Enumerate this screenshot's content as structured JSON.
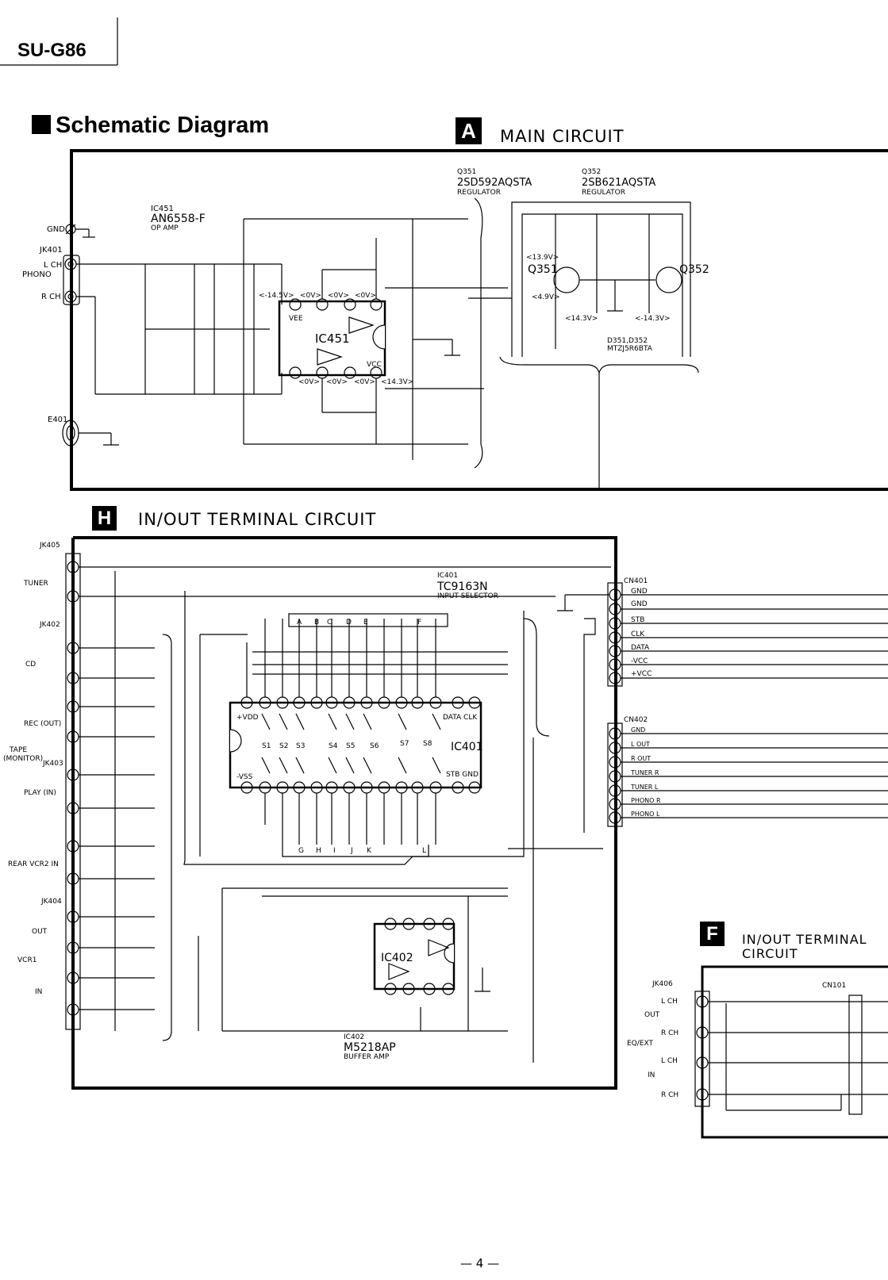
{
  "header": {
    "model": "SU-G86",
    "title": "Schematic Diagram",
    "page_number": "— 4 —"
  },
  "sections": {
    "a": {
      "badge": "A",
      "title": "MAIN CIRCUIT"
    },
    "h": {
      "badge": "H",
      "title": "IN/OUT TERMINAL CIRCUIT"
    },
    "f": {
      "badge": "F",
      "title_line1": "IN/OUT TERMINAL",
      "title_line2": "CIRCUIT"
    }
  },
  "main_circuit": {
    "q351": {
      "ref": "Q351",
      "part": "2SD592AQSTA",
      "role": "REGULATOR"
    },
    "q352": {
      "ref": "Q352",
      "part": "2SB621AQSTA",
      "role": "REGULATOR"
    },
    "ic451": {
      "ref": "IC451",
      "part": "AN6558-F",
      "role": "OP AMP"
    },
    "gnd": "GND",
    "jk401": "JK401",
    "phono": "PHONO",
    "l_ch": "L CH",
    "r_ch": "R CH",
    "e401": "E401",
    "vee": "VEE",
    "vcc": "VCC",
    "d351_d352": "D351,D352",
    "d_part": "MTZJ5R6BTA",
    "v_neg145": "<-14.5V>",
    "v_0v": "<0V>",
    "v_143": "<14.3V>",
    "v_139": "<13.9V>",
    "v_49": "<4.9V>",
    "v_neg143": "<-14.3V>"
  },
  "h_circuit": {
    "ic401": {
      "ref": "IC401",
      "part": "TC9163N",
      "role": "INPUT SELECTOR"
    },
    "ic402": {
      "ref": "IC402",
      "part": "M5218AP",
      "role": "BUFFER AMP"
    },
    "jk405": "JK405",
    "jk402": "JK402",
    "jk403": "JK403",
    "jk404": "JK404",
    "tuner": "TUNER",
    "cd": "CD",
    "rec_out": "REC (OUT)",
    "tape": "TAPE",
    "monitor": "(MONITOR)",
    "play_in": "PLAY (IN)",
    "rear_vcr2_in": "REAR VCR2 IN",
    "vcr1": "VCR1",
    "out": "OUT",
    "in": "IN",
    "cn401": "CN401",
    "cn401_pins": [
      "GND",
      "GND",
      "STB",
      "CLK",
      "DATA",
      "-VCC",
      "+VCC"
    ],
    "cn402": "CN402",
    "cn402_pins": [
      "GND",
      "L OUT",
      "R OUT",
      "TUNER R",
      "TUNER L",
      "PHONO R",
      "PHONO L"
    ],
    "vdd": "+VDD",
    "vss": "-VSS",
    "data_clk": "DATA CLK",
    "stb_gnd": "STB GND",
    "switches_top": [
      "S1",
      "S2",
      "S3",
      "S4",
      "S5",
      "S6",
      "S7",
      "S8"
    ],
    "bus_top": [
      "A",
      "B",
      "C",
      "D",
      "E",
      "F"
    ],
    "bus_bottom": [
      "G",
      "H",
      "I",
      "J",
      "K",
      "L"
    ]
  },
  "f_circuit": {
    "jk406": "JK406",
    "cn101": "CN101",
    "out": "OUT",
    "eq_ext": "EQ/EXT",
    "in": "IN",
    "l_ch": "L CH",
    "r_ch": "R CH"
  }
}
